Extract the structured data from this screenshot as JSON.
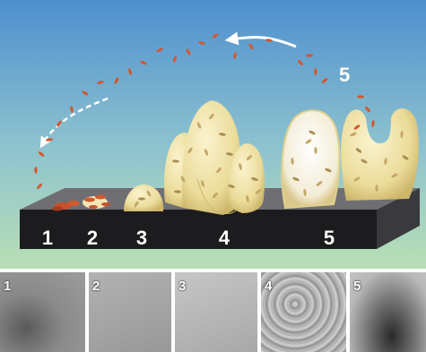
{
  "figure": {
    "colors": {
      "sky_top": "#4d8fcf",
      "sky_bottom": "#a9d7b9",
      "base_top": "#6f6f73",
      "base_front": "#1c1c1e",
      "biofilm": "#ebdc9a",
      "bacteria": "#d2582f",
      "arrow": "#ffffff"
    },
    "stage_labels": [
      "1",
      "2",
      "3",
      "4",
      "5"
    ],
    "dispersal_label": "5"
  },
  "micrographs": [
    {
      "label": "1",
      "texture": "dark-smudge",
      "tone": "#8d8d8d"
    },
    {
      "label": "2",
      "texture": "smooth-gray",
      "tone": "#a0a0a0"
    },
    {
      "label": "3",
      "texture": "light-gray",
      "tone": "#b3b3b3"
    },
    {
      "label": "4",
      "texture": "mottled",
      "tone": "#b7b7b7"
    },
    {
      "label": "5",
      "texture": "dark-cluster",
      "tone": "#a8a8a8"
    }
  ]
}
